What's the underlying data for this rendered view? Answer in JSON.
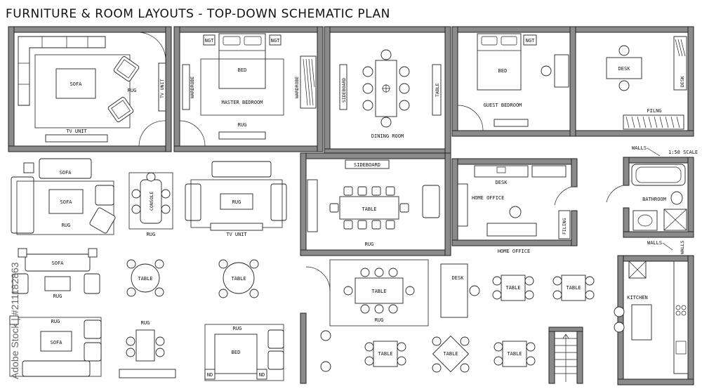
{
  "title": "FURNITURE & ROOM LAYOUTS - TOP-DOWN SCHEMATIC PLAN",
  "watermark": "Adobe Stock | #211182863",
  "labels": {
    "sofa": "SOFA",
    "rug": "RUG",
    "tv_unit": "TV UNIT",
    "ngt": "NGT",
    "nd": "ND",
    "bed": "BED",
    "wardrobe": "WARDROBE",
    "master_bedroom": "MASTER BEDROOM",
    "sideboard": "SIDEBOARD",
    "table": "TABLE",
    "dining_room": "DINING ROOM",
    "guest_bedroom": "GUEST BEDROOM",
    "desk": "DESK",
    "filing": "FILING",
    "filing_alt": "FILNG",
    "walls": "WALLS",
    "scale": "1:50 SCALE",
    "bathroom": "BATHROOM",
    "home_office": "HOME OFFICE",
    "kitchen": "KITCHEN",
    "console": "CONSOLE"
  },
  "colors": {
    "wall": "#8a8a8a",
    "line": "#222222",
    "background": "#ffffff"
  }
}
